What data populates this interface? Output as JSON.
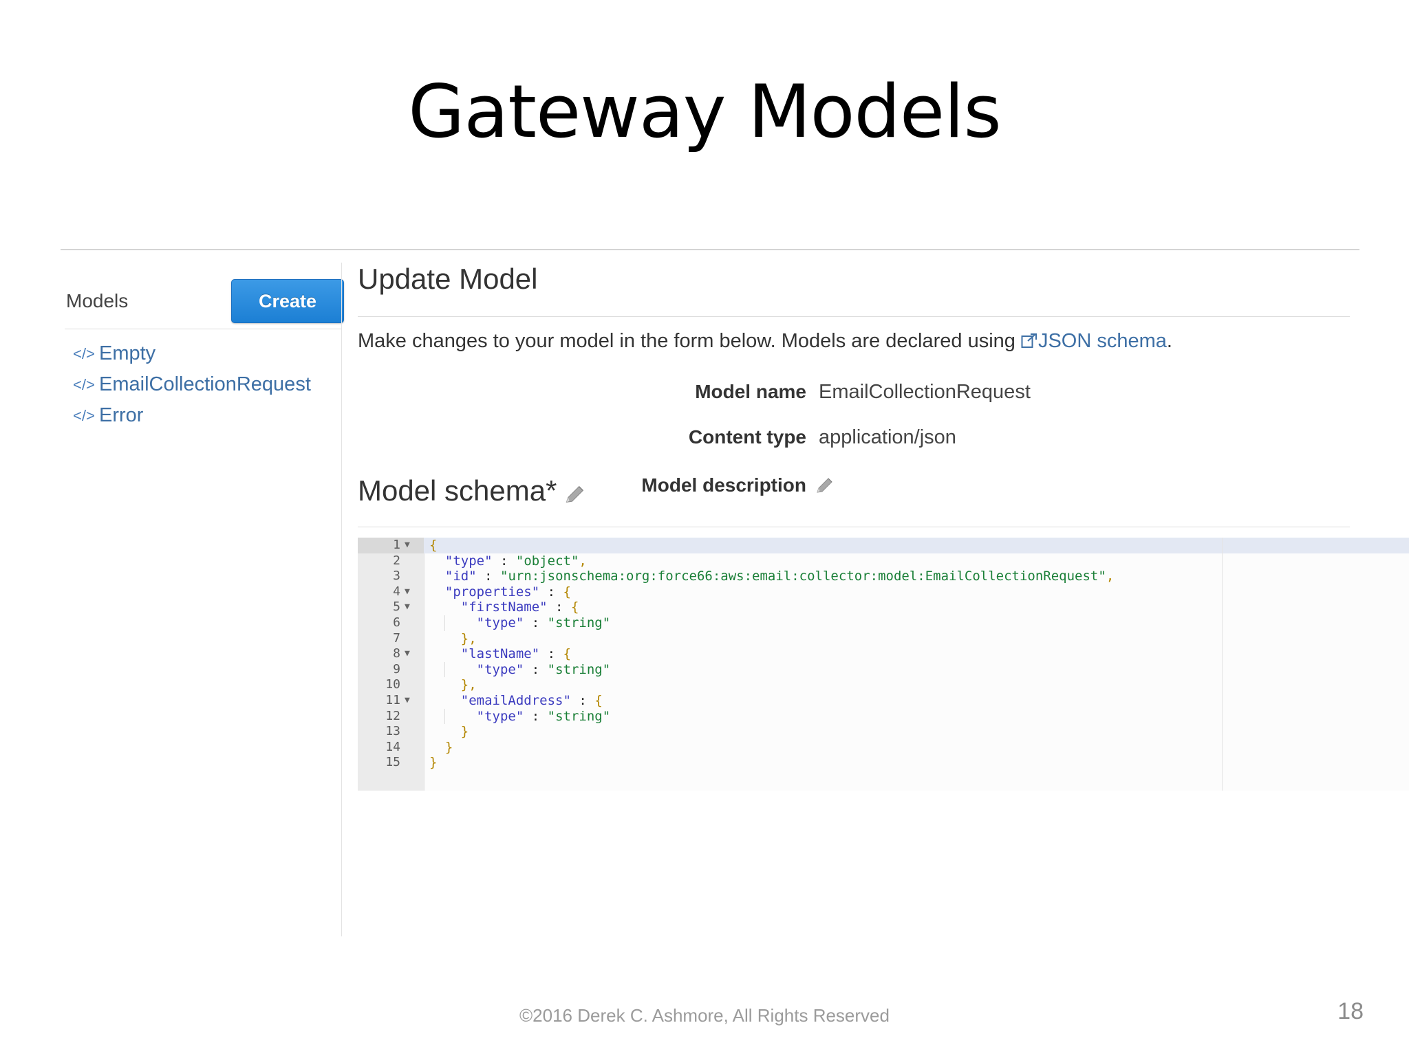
{
  "slide": {
    "title": "Gateway Models",
    "page_number": "18",
    "copyright": "©2016 Derek C. Ashmore, All Rights Reserved"
  },
  "models_panel": {
    "heading": "Models",
    "create_button": "Create",
    "item_icon": "</>",
    "items": [
      {
        "label": "Empty"
      },
      {
        "label": "EmailCollectionRequest"
      },
      {
        "label": "Error"
      }
    ]
  },
  "update_panel": {
    "title": "Update Model",
    "description_prefix": "Make changes to your model in the form below. Models are declared using ",
    "description_link": "JSON schema",
    "description_suffix": ".",
    "fields": [
      {
        "label": "Model name",
        "value": "EmailCollectionRequest"
      },
      {
        "label": "Content type",
        "value": "application/json"
      },
      {
        "label": "Model description",
        "value": ""
      }
    ],
    "schema_heading": "Model schema*"
  },
  "editor": {
    "lines": [
      {
        "num": "1",
        "fold": true,
        "active": true,
        "guides": 0,
        "code": "{"
      },
      {
        "num": "2",
        "fold": false,
        "active": false,
        "guides": 0,
        "code": "  \"type\" : \"object\","
      },
      {
        "num": "3",
        "fold": false,
        "active": false,
        "guides": 0,
        "code": "  \"id\" : \"urn:jsonschema:org:force66:aws:email:collector:model:EmailCollectionRequest\","
      },
      {
        "num": "4",
        "fold": true,
        "active": false,
        "guides": 0,
        "code": "  \"properties\" : {"
      },
      {
        "num": "5",
        "fold": true,
        "active": false,
        "guides": 0,
        "code": "    \"firstName\" : {"
      },
      {
        "num": "6",
        "fold": false,
        "active": false,
        "guides": 1,
        "code": "      \"type\" : \"string\""
      },
      {
        "num": "7",
        "fold": false,
        "active": false,
        "guides": 0,
        "code": "    },"
      },
      {
        "num": "8",
        "fold": true,
        "active": false,
        "guides": 0,
        "code": "    \"lastName\" : {"
      },
      {
        "num": "9",
        "fold": false,
        "active": false,
        "guides": 1,
        "code": "      \"type\" : \"string\""
      },
      {
        "num": "10",
        "fold": false,
        "active": false,
        "guides": 0,
        "code": "    },"
      },
      {
        "num": "11",
        "fold": true,
        "active": false,
        "guides": 0,
        "code": "    \"emailAddress\" : {"
      },
      {
        "num": "12",
        "fold": false,
        "active": false,
        "guides": 1,
        "code": "      \"type\" : \"string\""
      },
      {
        "num": "13",
        "fold": false,
        "active": false,
        "guides": 0,
        "code": "    }"
      },
      {
        "num": "14",
        "fold": false,
        "active": false,
        "guides": 0,
        "code": "  }"
      },
      {
        "num": "15",
        "fold": false,
        "active": false,
        "guides": 0,
        "code": "}"
      }
    ]
  },
  "colors": {
    "accent_blue": "#2d8fe0",
    "link_blue": "#3d6fa5",
    "string_green": "#1a7f37",
    "key_blue": "#3b3bbf"
  }
}
